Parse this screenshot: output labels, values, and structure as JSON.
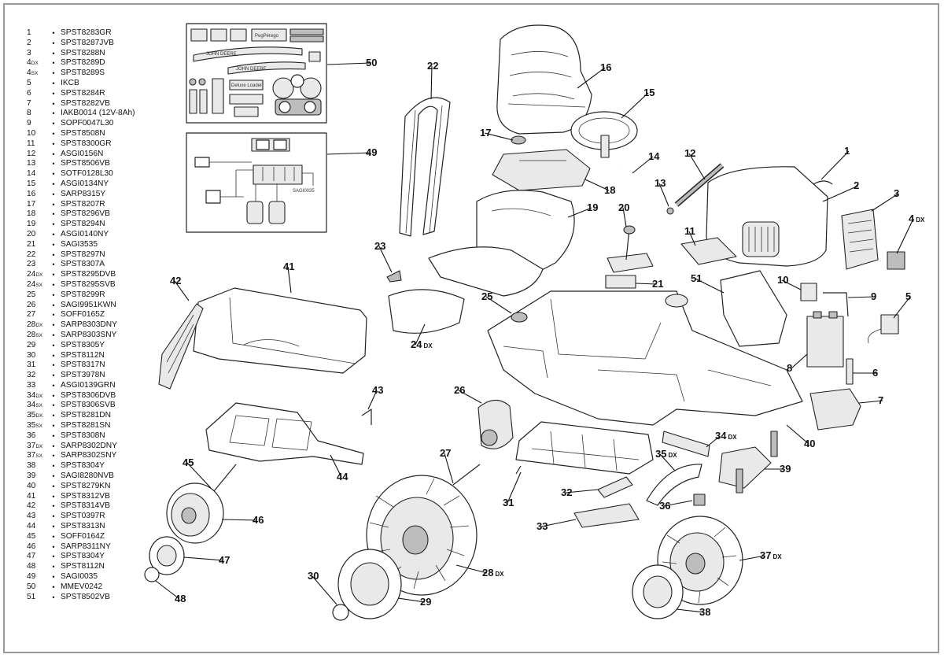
{
  "parts": [
    {
      "num": "1",
      "suffix": "",
      "code": "SPST8283GR"
    },
    {
      "num": "2",
      "suffix": "",
      "code": "SPST8287JVB"
    },
    {
      "num": "3",
      "suffix": "",
      "code": "SPST8288N"
    },
    {
      "num": "4",
      "suffix": "DX",
      "code": "SPST8289D"
    },
    {
      "num": "4",
      "suffix": "SX",
      "code": "SPST8289S"
    },
    {
      "num": "5",
      "suffix": "",
      "code": "IKCB"
    },
    {
      "num": "6",
      "suffix": "",
      "code": "SPST8284R"
    },
    {
      "num": "7",
      "suffix": "",
      "code": "SPST8282VB"
    },
    {
      "num": "8",
      "suffix": "",
      "code": "IAKB0014   (12V-8Ah)"
    },
    {
      "num": "9",
      "suffix": "",
      "code": "SOPF0047L30"
    },
    {
      "num": "10",
      "suffix": "",
      "code": "SPST8508N"
    },
    {
      "num": "11",
      "suffix": "",
      "code": "SPST8300GR"
    },
    {
      "num": "12",
      "suffix": "",
      "code": "ASGI0156N"
    },
    {
      "num": "13",
      "suffix": "",
      "code": "SPST8506VB"
    },
    {
      "num": "14",
      "suffix": "",
      "code": "SOTF0128L30"
    },
    {
      "num": "15",
      "suffix": "",
      "code": "ASGI0134NY"
    },
    {
      "num": "16",
      "suffix": "",
      "code": "SARP8315Y"
    },
    {
      "num": "17",
      "suffix": "",
      "code": "SPST8207R"
    },
    {
      "num": "18",
      "suffix": "",
      "code": "SPST8296VB"
    },
    {
      "num": "19",
      "suffix": "",
      "code": "SPST8294N"
    },
    {
      "num": "20",
      "suffix": "",
      "code": "ASGI0140NY"
    },
    {
      "num": "21",
      "suffix": "",
      "code": "SAGI3535"
    },
    {
      "num": "22",
      "suffix": "",
      "code": "SPST8297N"
    },
    {
      "num": "23",
      "suffix": "",
      "code": "SPST8307A"
    },
    {
      "num": "24",
      "suffix": "DX",
      "code": "SPST8295DVB"
    },
    {
      "num": "24",
      "suffix": "SX",
      "code": "SPST8295SVB"
    },
    {
      "num": "25",
      "suffix": "",
      "code": "SPST8299R"
    },
    {
      "num": "26",
      "suffix": "",
      "code": "SAGI9951KWN"
    },
    {
      "num": "27",
      "suffix": "",
      "code": "SOFF0165Z"
    },
    {
      "num": "28",
      "suffix": "DX",
      "code": "SARP8303DNY"
    },
    {
      "num": "28",
      "suffix": "SX",
      "code": "SARP8303SNY"
    },
    {
      "num": "29",
      "suffix": "",
      "code": "SPST8305Y"
    },
    {
      "num": "30",
      "suffix": "",
      "code": "SPST8112N"
    },
    {
      "num": "31",
      "suffix": "",
      "code": "SPST8317N"
    },
    {
      "num": "32",
      "suffix": "",
      "code": "SPST3978N"
    },
    {
      "num": "33",
      "suffix": "",
      "code": "ASGI0139GRN"
    },
    {
      "num": "34",
      "suffix": "DX",
      "code": "SPST8306DVB"
    },
    {
      "num": "34",
      "suffix": "SX",
      "code": "SPST8306SVB"
    },
    {
      "num": "35",
      "suffix": "DX",
      "code": "SPST8281DN"
    },
    {
      "num": "35",
      "suffix": "SX",
      "code": "SPST8281SN"
    },
    {
      "num": "36",
      "suffix": "",
      "code": "SPST8308N"
    },
    {
      "num": "37",
      "suffix": "DX",
      "code": "SARP8302DNY"
    },
    {
      "num": "37",
      "suffix": "SX",
      "code": "SARP8302SNY"
    },
    {
      "num": "38",
      "suffix": "",
      "code": "SPST8304Y"
    },
    {
      "num": "39",
      "suffix": "",
      "code": "SAGI8280NVB"
    },
    {
      "num": "40",
      "suffix": "",
      "code": "SPST8279KN"
    },
    {
      "num": "41",
      "suffix": "",
      "code": "SPST8312VB"
    },
    {
      "num": "42",
      "suffix": "",
      "code": "SPST8314VB"
    },
    {
      "num": "43",
      "suffix": "",
      "code": "SPST0397R"
    },
    {
      "num": "44",
      "suffix": "",
      "code": "SPST8313N"
    },
    {
      "num": "45",
      "suffix": "",
      "code": "SOFF0164Z"
    },
    {
      "num": "46",
      "suffix": "",
      "code": "SARP8311NY"
    },
    {
      "num": "47",
      "suffix": "",
      "code": "SPST8304Y"
    },
    {
      "num": "48",
      "suffix": "",
      "code": "SPST8112N"
    },
    {
      "num": "49",
      "suffix": "",
      "code": "SAGI0035"
    },
    {
      "num": "50",
      "suffix": "",
      "code": "MMEV0242"
    },
    {
      "num": "51",
      "suffix": "",
      "code": "SPST8502VB"
    }
  ],
  "callouts": [
    {
      "id": "c1",
      "num": "1",
      "suffix": ""
    },
    {
      "id": "c2",
      "num": "2",
      "suffix": ""
    },
    {
      "id": "c3",
      "num": "3",
      "suffix": ""
    },
    {
      "id": "c4",
      "num": "4",
      "suffix": "DX"
    },
    {
      "id": "c5",
      "num": "5",
      "suffix": ""
    },
    {
      "id": "c6",
      "num": "6",
      "suffix": ""
    },
    {
      "id": "c7",
      "num": "7",
      "suffix": ""
    },
    {
      "id": "c8",
      "num": "8",
      "suffix": ""
    },
    {
      "id": "c9",
      "num": "9",
      "suffix": ""
    },
    {
      "id": "c10",
      "num": "10",
      "suffix": ""
    },
    {
      "id": "c11",
      "num": "11",
      "suffix": ""
    },
    {
      "id": "c12",
      "num": "12",
      "suffix": ""
    },
    {
      "id": "c13",
      "num": "13",
      "suffix": ""
    },
    {
      "id": "c14",
      "num": "14",
      "suffix": ""
    },
    {
      "id": "c15",
      "num": "15",
      "suffix": ""
    },
    {
      "id": "c16",
      "num": "16",
      "suffix": ""
    },
    {
      "id": "c17",
      "num": "17",
      "suffix": ""
    },
    {
      "id": "c18",
      "num": "18",
      "suffix": ""
    },
    {
      "id": "c19",
      "num": "19",
      "suffix": ""
    },
    {
      "id": "c20",
      "num": "20",
      "suffix": ""
    },
    {
      "id": "c21",
      "num": "21",
      "suffix": ""
    },
    {
      "id": "c22",
      "num": "22",
      "suffix": ""
    },
    {
      "id": "c23",
      "num": "23",
      "suffix": ""
    },
    {
      "id": "c24",
      "num": "24",
      "suffix": "DX"
    },
    {
      "id": "c25",
      "num": "25",
      "suffix": ""
    },
    {
      "id": "c26",
      "num": "26",
      "suffix": ""
    },
    {
      "id": "c27",
      "num": "27",
      "suffix": ""
    },
    {
      "id": "c28",
      "num": "28",
      "suffix": "DX"
    },
    {
      "id": "c29",
      "num": "29",
      "suffix": ""
    },
    {
      "id": "c30",
      "num": "30",
      "suffix": ""
    },
    {
      "id": "c31",
      "num": "31",
      "suffix": ""
    },
    {
      "id": "c32",
      "num": "32",
      "suffix": ""
    },
    {
      "id": "c33",
      "num": "33",
      "suffix": ""
    },
    {
      "id": "c34",
      "num": "34",
      "suffix": "DX"
    },
    {
      "id": "c35",
      "num": "35",
      "suffix": "DX"
    },
    {
      "id": "c36",
      "num": "36",
      "suffix": ""
    },
    {
      "id": "c37",
      "num": "37",
      "suffix": "DX"
    },
    {
      "id": "c38",
      "num": "38",
      "suffix": ""
    },
    {
      "id": "c39",
      "num": "39",
      "suffix": ""
    },
    {
      "id": "c40",
      "num": "40",
      "suffix": ""
    },
    {
      "id": "c41",
      "num": "41",
      "suffix": ""
    },
    {
      "id": "c42",
      "num": "42",
      "suffix": ""
    },
    {
      "id": "c43",
      "num": "43",
      "suffix": ""
    },
    {
      "id": "c44",
      "num": "44",
      "suffix": ""
    },
    {
      "id": "c45",
      "num": "45",
      "suffix": ""
    },
    {
      "id": "c46",
      "num": "46",
      "suffix": ""
    },
    {
      "id": "c47",
      "num": "47",
      "suffix": ""
    },
    {
      "id": "c48",
      "num": "48",
      "suffix": ""
    },
    {
      "id": "c49",
      "num": "49",
      "suffix": ""
    },
    {
      "id": "c50",
      "num": "50",
      "suffix": ""
    },
    {
      "id": "c51",
      "num": "51",
      "suffix": ""
    }
  ],
  "decal_sheet": {
    "brand_lower": "JOHN DEERE",
    "brand_upper": "JOHN DEERE",
    "badge": "PegPérego",
    "tag": "Deluxe Loader"
  },
  "wiring": {
    "part_code": "SAGI0035"
  }
}
